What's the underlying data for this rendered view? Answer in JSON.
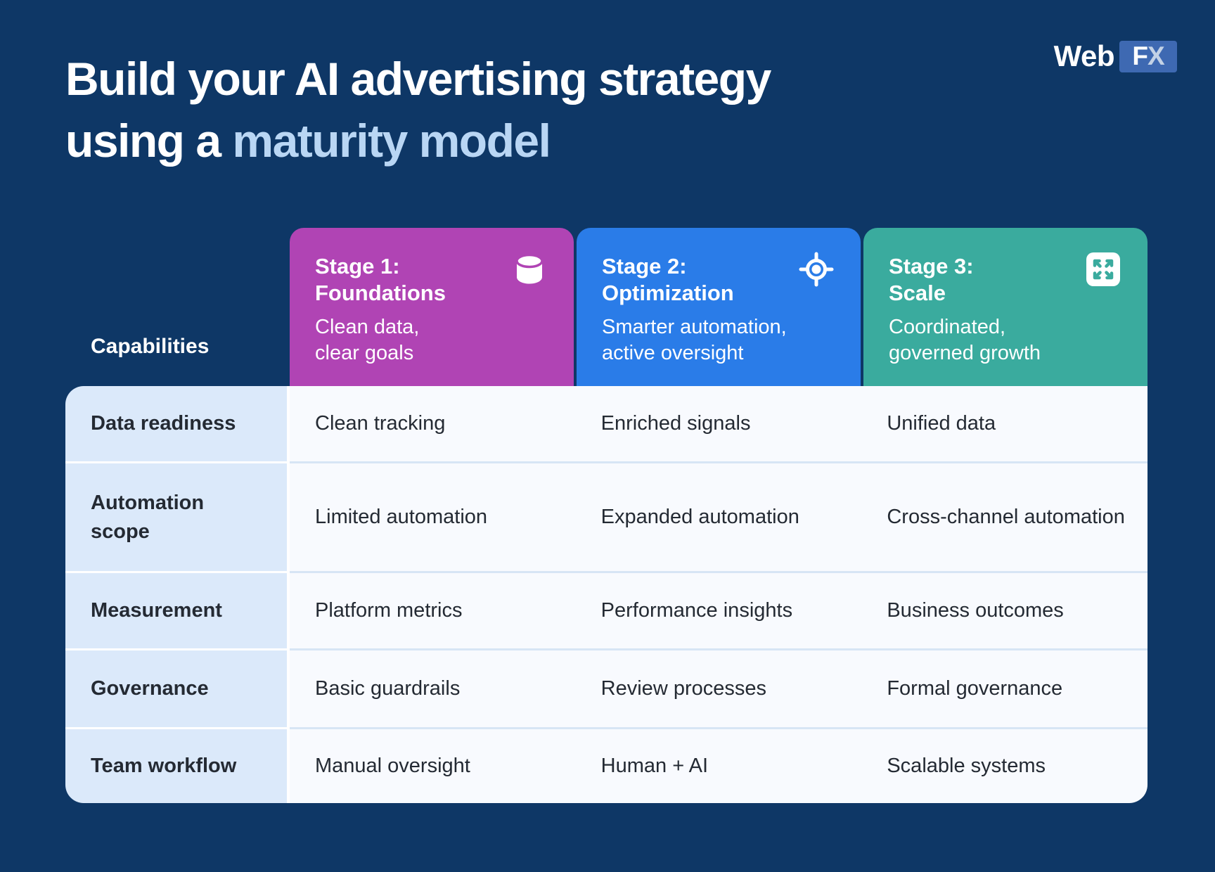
{
  "logo": {
    "web": "Web",
    "fx_f": "F",
    "fx_x": "X"
  },
  "title": {
    "line1": "Build your AI advertising strategy",
    "line2_prefix": "using a",
    "line2_accent": "maturity model"
  },
  "table": {
    "capabilities_label": "Capabilities",
    "stages": [
      {
        "name_line1": "Stage 1:",
        "name_line2": "Foundations",
        "desc_line1": "Clean data,",
        "desc_line2": "clear goals",
        "icon": "database-icon",
        "color": "#b044b4"
      },
      {
        "name_line1": "Stage 2:",
        "name_line2": "Optimization",
        "desc_line1": "Smarter automation,",
        "desc_line2": "active oversight",
        "icon": "target-icon",
        "color": "#2a7ce8"
      },
      {
        "name_line1": "Stage 3:",
        "name_line2": "Scale",
        "desc_line1": "Coordinated,",
        "desc_line2": "governed growth",
        "icon": "expand-icon",
        "color": "#3aab9e"
      }
    ],
    "rows": [
      {
        "label": "Data readiness",
        "values": [
          "Clean tracking",
          "Enriched signals",
          "Unified data"
        ]
      },
      {
        "label": "Automation scope",
        "values": [
          "Limited automation",
          "Expanded automation",
          "Cross-channel automation"
        ]
      },
      {
        "label": "Measurement",
        "values": [
          "Platform metrics",
          "Performance insights",
          "Business outcomes"
        ]
      },
      {
        "label": "Governance",
        "values": [
          "Basic guardrails",
          "Review processes",
          "Formal governance"
        ]
      },
      {
        "label": "Team workflow",
        "values": [
          "Manual oversight",
          "Human + AI",
          "Scalable systems"
        ]
      }
    ]
  },
  "colors": {
    "background": "#0e3766",
    "title_accent": "#b9d6f4",
    "stage1": "#b044b4",
    "stage2": "#2a7ce8",
    "stage3": "#3aab9e",
    "label_cell_bg": "#dbe9fa",
    "value_cell_bg": "#f8fafe",
    "row_separator": "#d7e5f5",
    "text_dark": "#242a33",
    "logo_box": "#3e69b2",
    "logo_x": "#c3d2e6"
  }
}
